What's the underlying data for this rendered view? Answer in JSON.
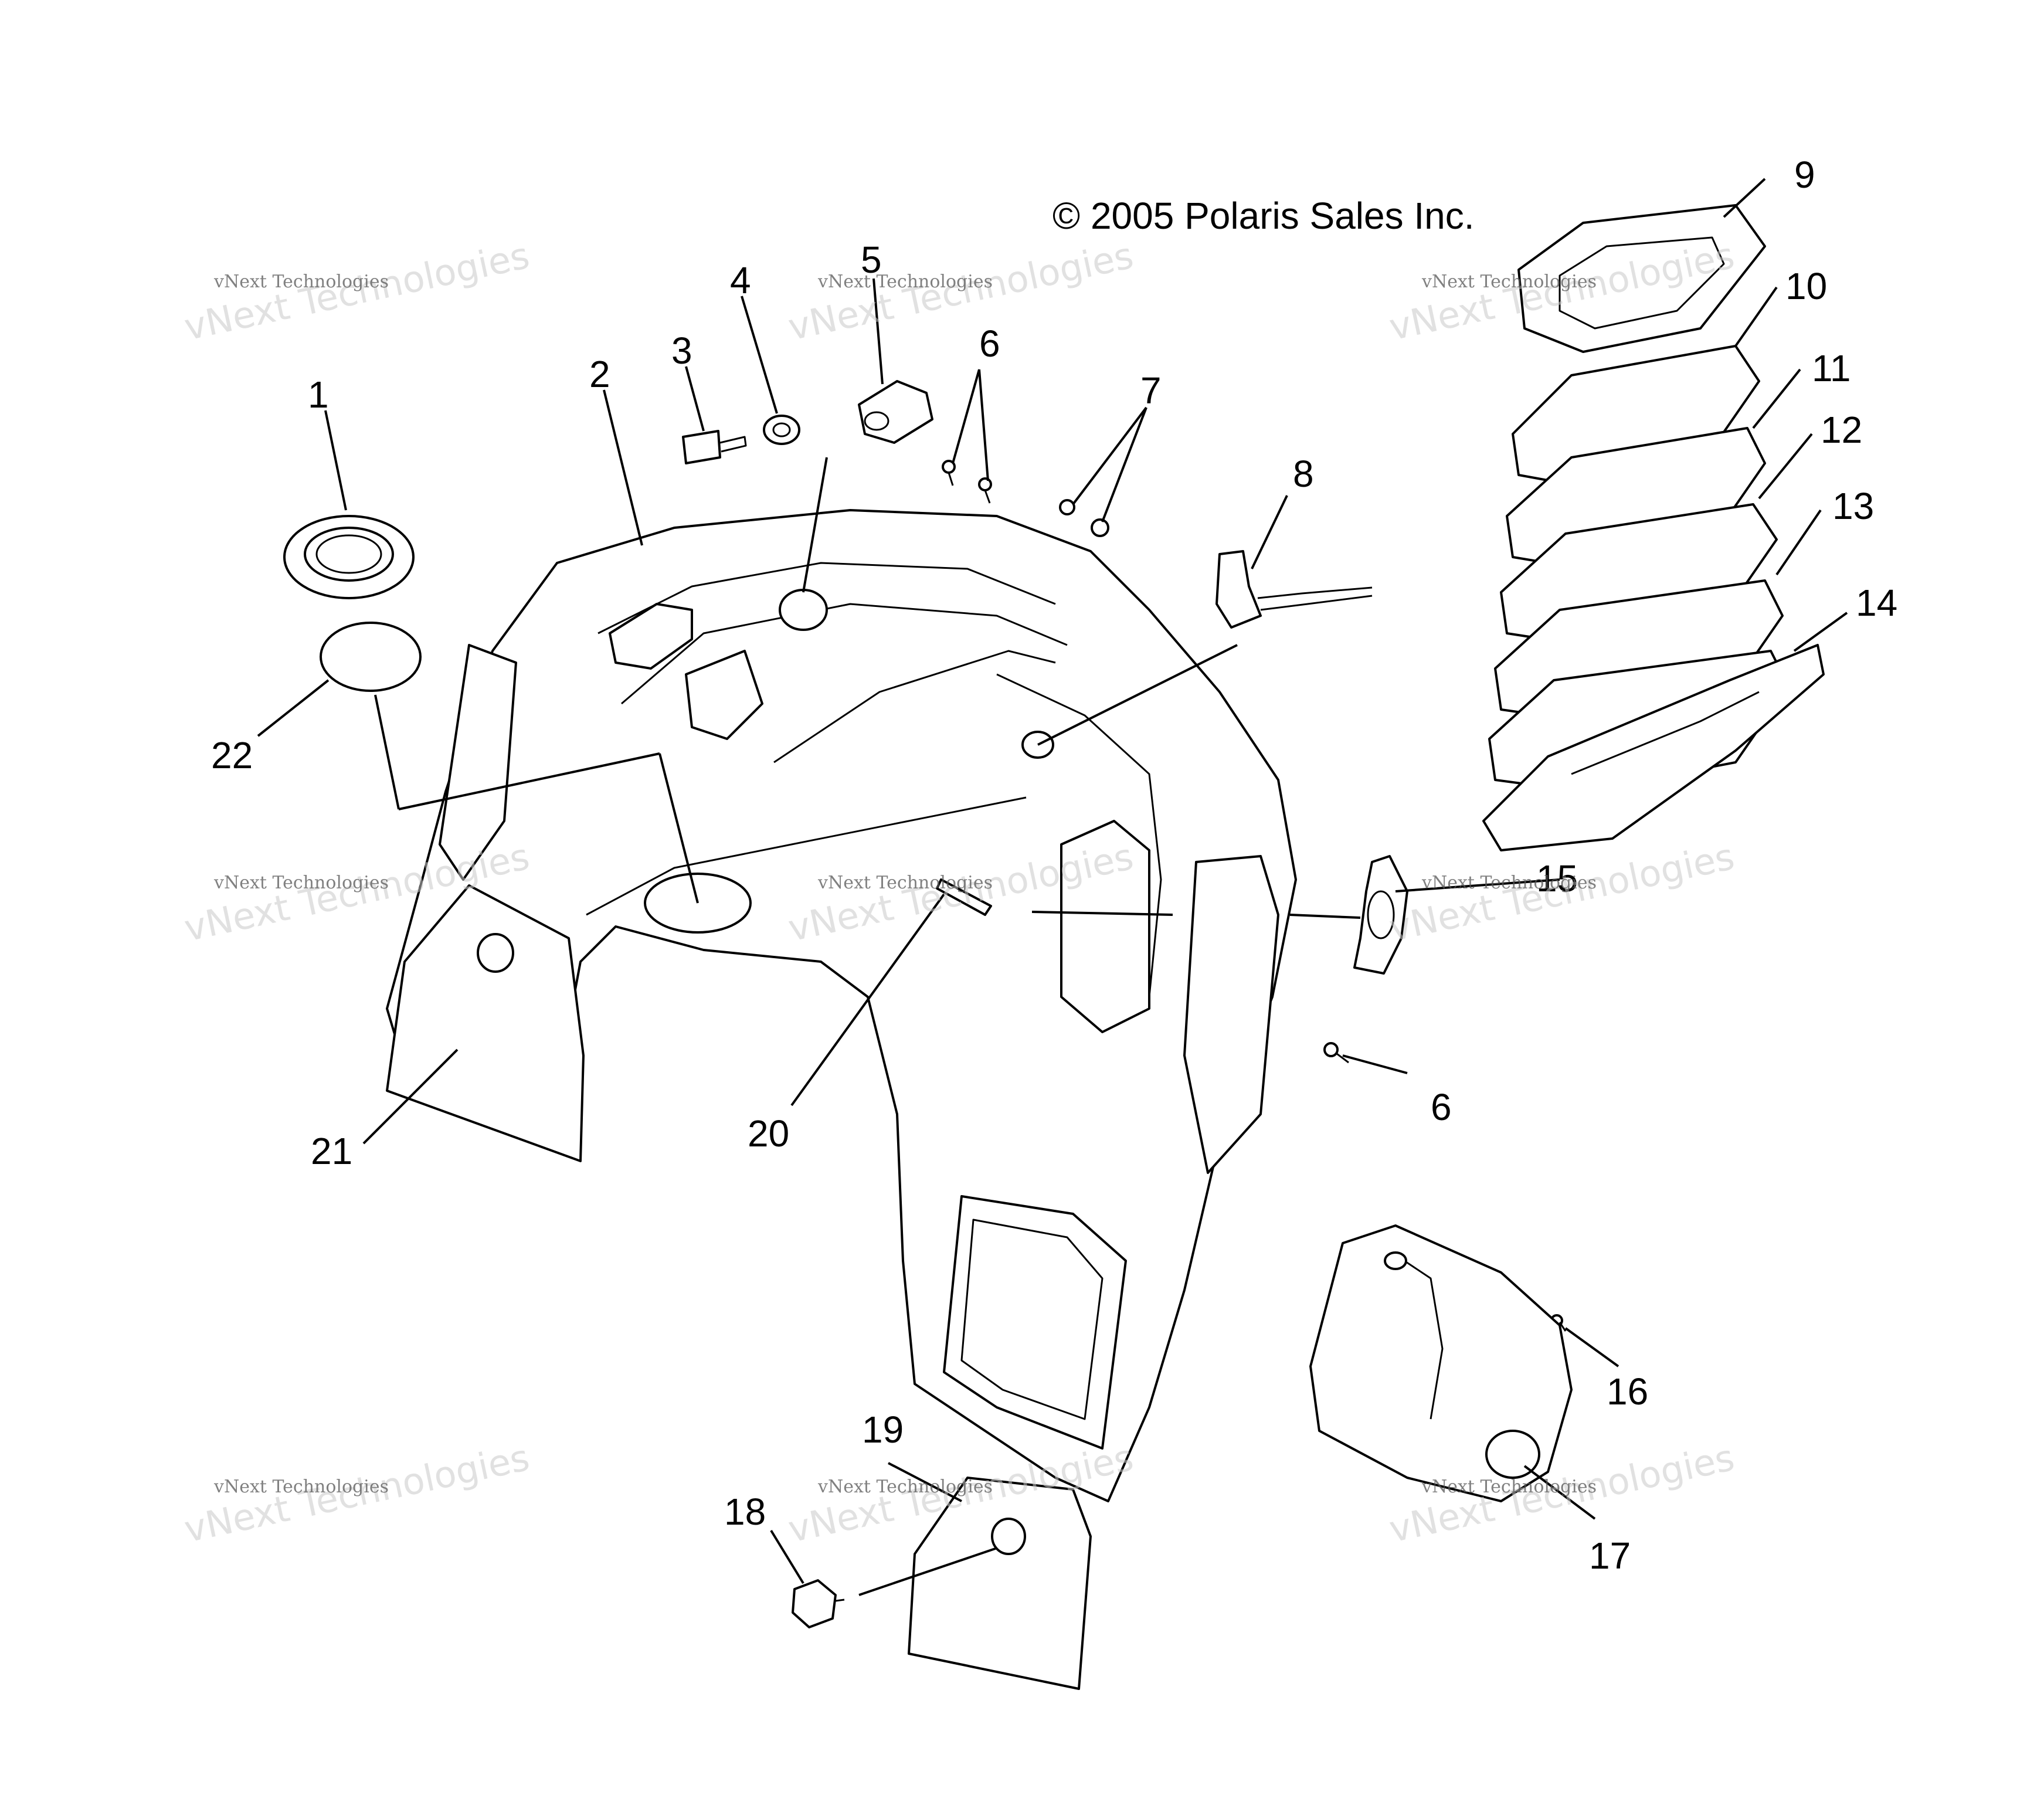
{
  "copyright": "© 2005 Polaris Sales Inc.",
  "callouts": [
    "1",
    "2",
    "3",
    "4",
    "5",
    "6",
    "6",
    "7",
    "8",
    "9",
    "10",
    "11",
    "12",
    "13",
    "14",
    "15",
    "16",
    "17",
    "18",
    "19",
    "20",
    "21",
    "22"
  ],
  "watermark": {
    "large": "vNext Technologies",
    "small": "vNext Technologies"
  }
}
